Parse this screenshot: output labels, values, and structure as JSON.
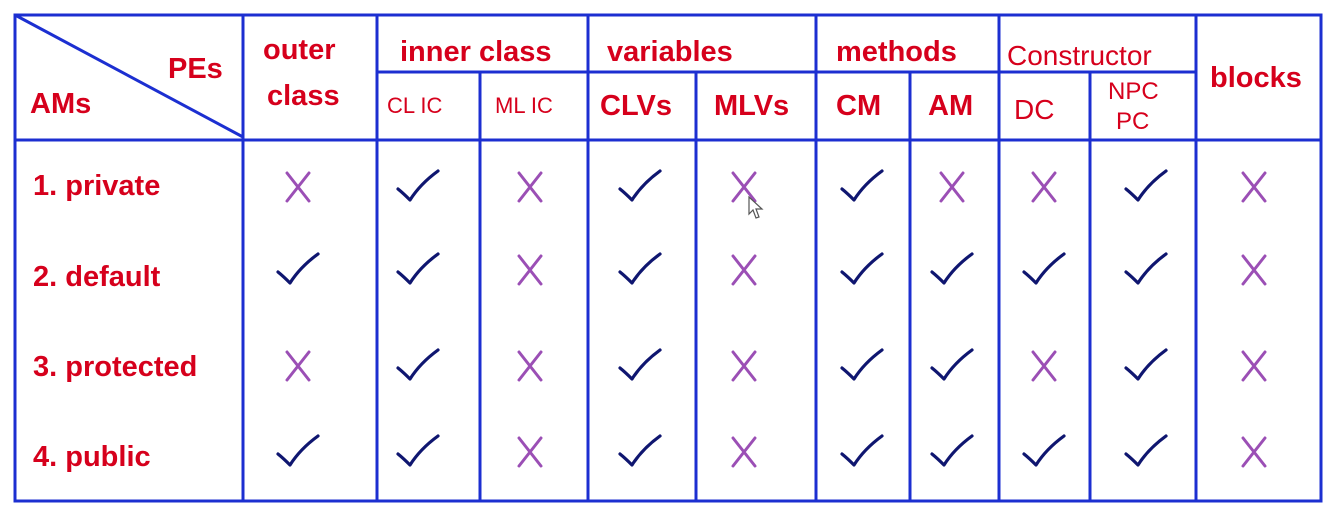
{
  "colors": {
    "grid": "#1c2fd1",
    "header_text": "#d6001c",
    "check": "#0f1670",
    "cross": "#9b4fb5"
  },
  "corner": {
    "top_label": "PEs",
    "bottom_label": "AMs"
  },
  "headers": {
    "outer_class_line1": "outer",
    "outer_class_line2": "class",
    "inner_class": "inner class",
    "cl_ic": "CL IC",
    "ml_ic": "ML IC",
    "variables": "variables",
    "clvs": "CLVs",
    "mlvs": "MLVs",
    "methods": "methods",
    "cm": "CM",
    "am": "AM",
    "constructor": "Constructor",
    "dc": "DC",
    "npc": "NPC",
    "pc": "PC",
    "blocks": "blocks"
  },
  "rows": [
    {
      "label": "1. private",
      "marks": [
        "cross",
        "check",
        "cross",
        "check",
        "cross",
        "check",
        "cross",
        "cross",
        "check",
        "cross"
      ]
    },
    {
      "label": "2. default",
      "marks": [
        "check",
        "check",
        "cross",
        "check",
        "cross",
        "check",
        "check",
        "check",
        "check",
        "cross"
      ]
    },
    {
      "label": "3. protected",
      "marks": [
        "cross",
        "check",
        "cross",
        "check",
        "cross",
        "check",
        "check",
        "cross",
        "check",
        "cross"
      ]
    },
    {
      "label": "4. public",
      "marks": [
        "check",
        "check",
        "cross",
        "check",
        "cross",
        "check",
        "check",
        "check",
        "check",
        "cross"
      ]
    }
  ]
}
